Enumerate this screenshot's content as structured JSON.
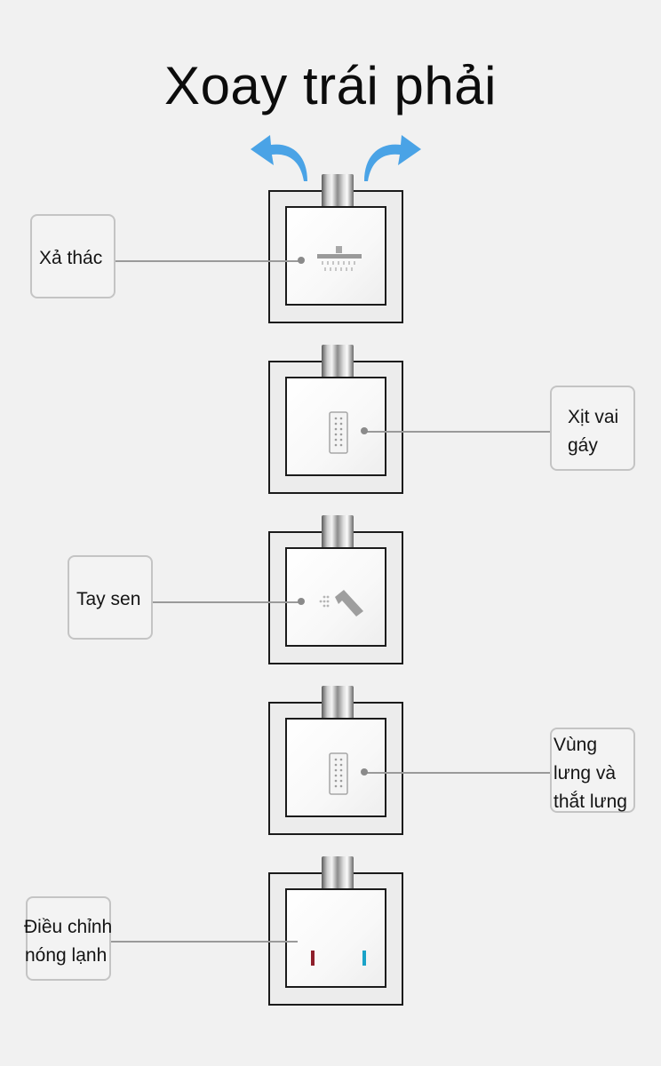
{
  "title": "Xoay trái phải",
  "colors": {
    "arrow": "#4aa3e6",
    "hot": "#8e1f2b",
    "cold": "#1aa3c8"
  },
  "panels": [
    {
      "icon": "rain-shower-head-icon",
      "label_lines": [
        "Xả thác"
      ]
    },
    {
      "icon": "body-jet-icon",
      "label_lines": [
        "Xịt vai",
        "gáy"
      ]
    },
    {
      "icon": "hand-shower-icon",
      "label_lines": [
        "Tay sen"
      ]
    },
    {
      "icon": "body-jet-icon",
      "label_lines": [
        "Vùng",
        "lưng và",
        "thắt lưng"
      ]
    },
    {
      "icon": "hot-cold-indicator-icon",
      "label_lines": [
        "Điều chỉnh",
        "nóng lạnh"
      ]
    }
  ]
}
